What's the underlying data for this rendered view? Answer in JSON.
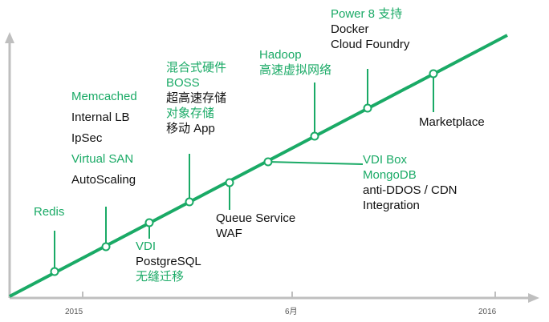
{
  "colors": {
    "accent": "#1aaa66",
    "axis": "#bfbfbf",
    "text": "#111111"
  },
  "axis_ticks": [
    "2015",
    "6月",
    "2016"
  ],
  "milestones": {
    "redis": [
      {
        "text": "Redis",
        "color": "green"
      }
    ],
    "memcached": [
      {
        "text": "Memcached",
        "color": "green"
      },
      {
        "text": "Internal LB",
        "color": "black"
      },
      {
        "text": "IpSec",
        "color": "black"
      },
      {
        "text": "Virtual SAN",
        "color": "green"
      },
      {
        "text": "AutoScaling",
        "color": "black"
      }
    ],
    "vdi": [
      {
        "text": "VDI",
        "color": "green"
      },
      {
        "text": "PostgreSQL",
        "color": "black"
      },
      {
        "text": "无缝迁移",
        "color": "green"
      }
    ],
    "hybrid": [
      {
        "text": "混合式硬件",
        "color": "green"
      },
      {
        "text": "BOSS",
        "color": "green"
      },
      {
        "text": "超高速存储",
        "color": "black"
      },
      {
        "text": "对象存储",
        "color": "green"
      },
      {
        "text": "移动 App",
        "color": "black"
      }
    ],
    "queue": [
      {
        "text": "Queue Service",
        "color": "black"
      },
      {
        "text": "WAF",
        "color": "black"
      }
    ],
    "vdibox": [
      {
        "text": "VDI Box",
        "color": "green"
      },
      {
        "text": "MongoDB",
        "color": "green"
      },
      {
        "text": "anti-DDOS / CDN",
        "color": "black"
      },
      {
        "text": "Integration",
        "color": "black"
      }
    ],
    "hadoop": [
      {
        "text": "Hadoop",
        "color": "green"
      },
      {
        "text": "高速虚拟网络",
        "color": "green"
      }
    ],
    "power": [
      {
        "text": "Power 8 支持",
        "color": "green"
      },
      {
        "text": "Docker",
        "color": "black"
      },
      {
        "text": "Cloud Foundry",
        "color": "black"
      }
    ],
    "marketplace": [
      {
        "text": "Marketplace",
        "color": "black"
      }
    ]
  }
}
